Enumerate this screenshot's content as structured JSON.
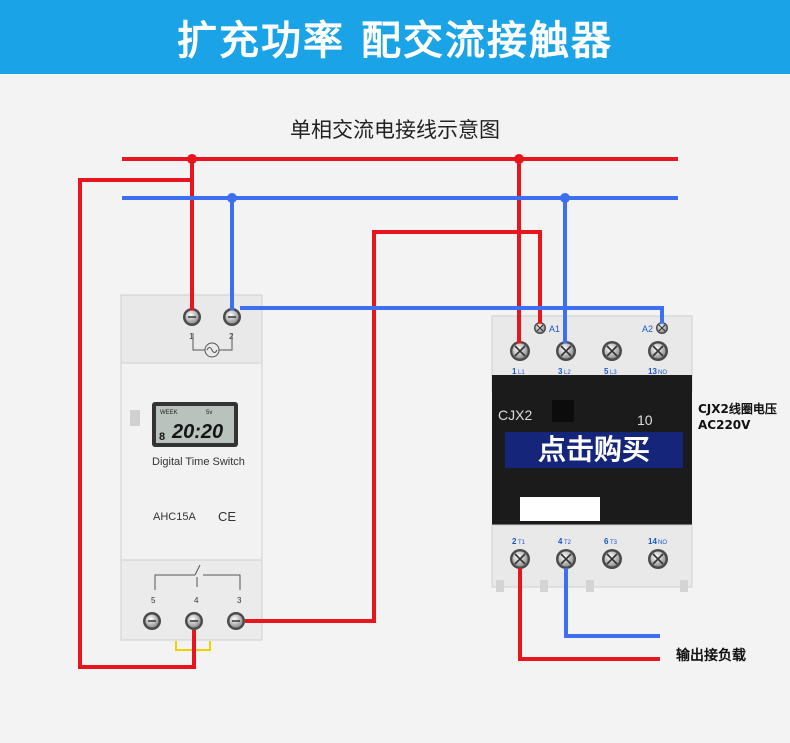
{
  "banner": {
    "title": "扩充功率 配交流接触器"
  },
  "diagram": {
    "subtitle": "单相交流电接线示意图"
  },
  "timer": {
    "name": "Digital Time Switch",
    "model": "AHC15A",
    "ce": "CE",
    "lcd": {
      "top_left": "WEEK",
      "top_right": "5v",
      "time": "20:20",
      "digit": "8"
    },
    "top_terminals": [
      "1",
      "2"
    ],
    "bottom_terminals": [
      "5",
      "4",
      "3"
    ]
  },
  "contactor": {
    "model": "CJX2",
    "rating": "10",
    "coil_labels": [
      "A1",
      "A2"
    ],
    "top_terminals": [
      {
        "num": "1",
        "sub": "L1"
      },
      {
        "num": "3",
        "sub": "L2"
      },
      {
        "num": "5",
        "sub": "L3"
      },
      {
        "num": "13",
        "sub": "NO"
      }
    ],
    "bottom_terminals": [
      {
        "num": "2",
        "sub": "T1"
      },
      {
        "num": "4",
        "sub": "T2"
      },
      {
        "num": "6",
        "sub": "T3"
      },
      {
        "num": "14",
        "sub": "NO"
      }
    ],
    "coil_voltage_label": "CJX2线圈电压",
    "coil_voltage_value": "AC220V",
    "buy_button": "点击购买"
  },
  "output_label": "输出接负载",
  "colors": {
    "banner": "#1aa3e6",
    "live_wire": "#e8141e",
    "neutral_wire": "#3d6ff0",
    "buy_bg": "#15267a"
  }
}
